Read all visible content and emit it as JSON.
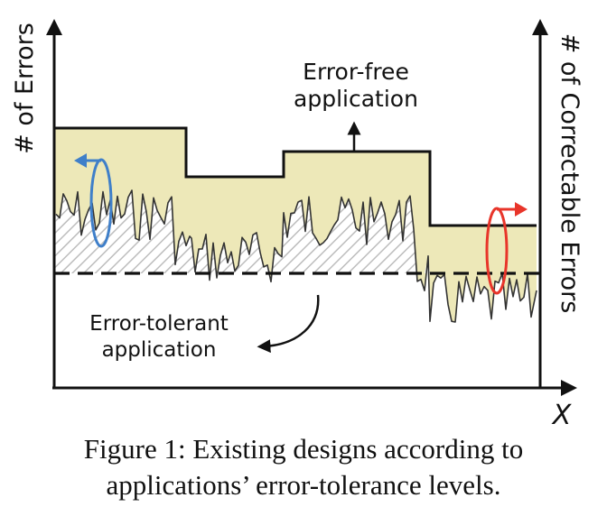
{
  "axes": {
    "y_left_label": "# of Errors",
    "y_right_label": "# of Correctable Errors",
    "x_label": "X"
  },
  "annotations": {
    "error_free_line1": "Error-free",
    "error_free_line2": "application",
    "error_tolerant_line1": "Error-tolerant",
    "error_tolerant_line2": "application"
  },
  "caption": {
    "line1": "Figure 1: Existing designs according to",
    "line2": "applications’ error-tolerance levels."
  },
  "colors": {
    "fill": "#ede8b8",
    "hatch": "#b8b8b8",
    "left_arrow": "#3f7fc9",
    "right_arrow": "#e8352a",
    "line": "#111111"
  }
}
